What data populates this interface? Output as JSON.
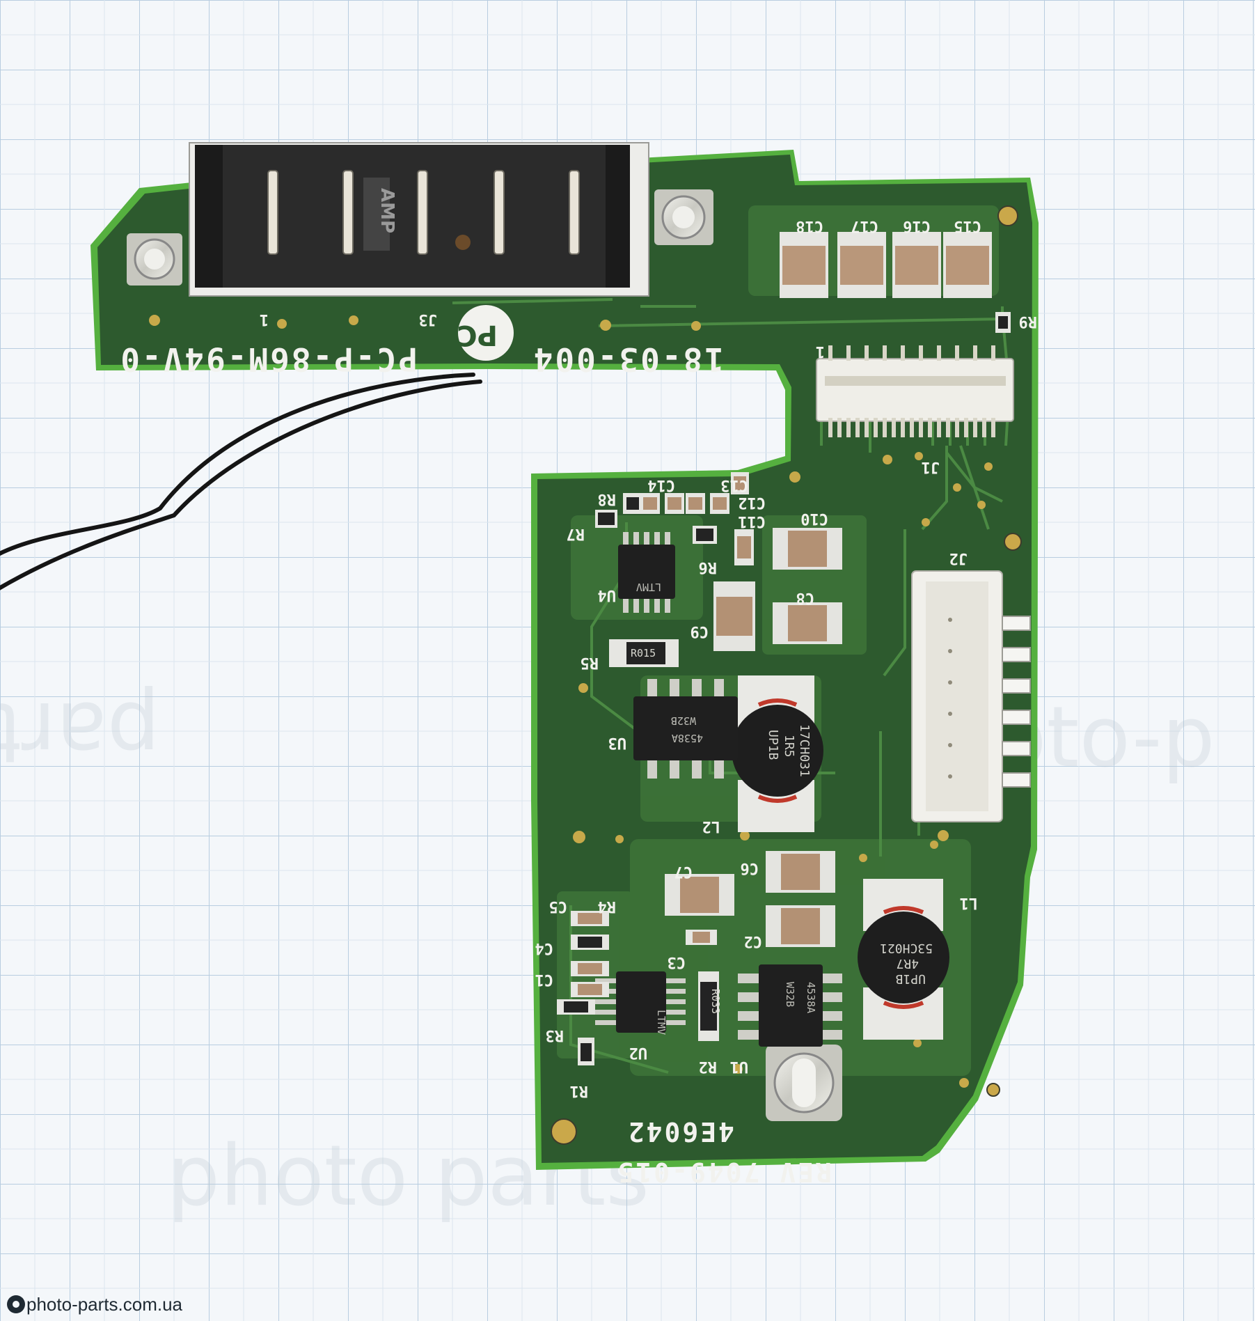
{
  "board": {
    "code_main": "PC-P-86M-94V-0",
    "code_number": "18-03-004",
    "brand_mark": "PC",
    "revision": "REV 7049-015",
    "part_no": "4E6042"
  },
  "refs": {
    "j3": "J3",
    "j1": "J1",
    "j2": "J2",
    "pin1_j3": "1",
    "pin1_j1": "1",
    "c18": "C18",
    "c17": "C17",
    "c16": "C16",
    "c15": "C15",
    "c14": "C14",
    "c13": "C13",
    "c12": "C12",
    "c11": "C11",
    "c10": "C10",
    "c9": "C9",
    "c8": "C8",
    "c7": "C7",
    "c6": "C6",
    "c5": "C5",
    "c4": "C4",
    "c3": "C3",
    "c2": "C2",
    "c1": "C1",
    "r9": "R9",
    "r8": "R8",
    "r7": "R7",
    "r6": "R6",
    "r5": "R5",
    "r4": "R4",
    "r3": "R3",
    "r2": "R2",
    "r1": "R1",
    "u4": "U4",
    "u3": "U3",
    "u2": "U2",
    "u1": "U1",
    "l2": "L2",
    "l1": "L1"
  },
  "chips": {
    "u4_mark": "LTMV",
    "u2_mark": "LTMV",
    "u3_mark_1": "4538A",
    "u3_mark_2": "W32B",
    "u1_mark_1": "4538A",
    "u1_mark_2": "W32B",
    "r5_value": "R015",
    "r2_value": "R033",
    "l2_line1": "UP1B",
    "l2_line2": "1R5",
    "l2_line3": "17CH031",
    "l1_line1": "UP1B",
    "l1_line2": "4R7",
    "l1_line3": "53CH021",
    "conn_j3_mark": "AMP"
  },
  "watermark": {
    "site": "photo-parts.com.ua",
    "left_text": "parts",
    "right_text": "oto-p",
    "bottom_text": "photo parts"
  },
  "colors": {
    "pcb_green": "#2f5a2e",
    "trace_green": "#3f7a3a",
    "edge_green": "#4fae3a",
    "silkscreen": "#f2f2ee",
    "background": "#f4f7fa"
  }
}
